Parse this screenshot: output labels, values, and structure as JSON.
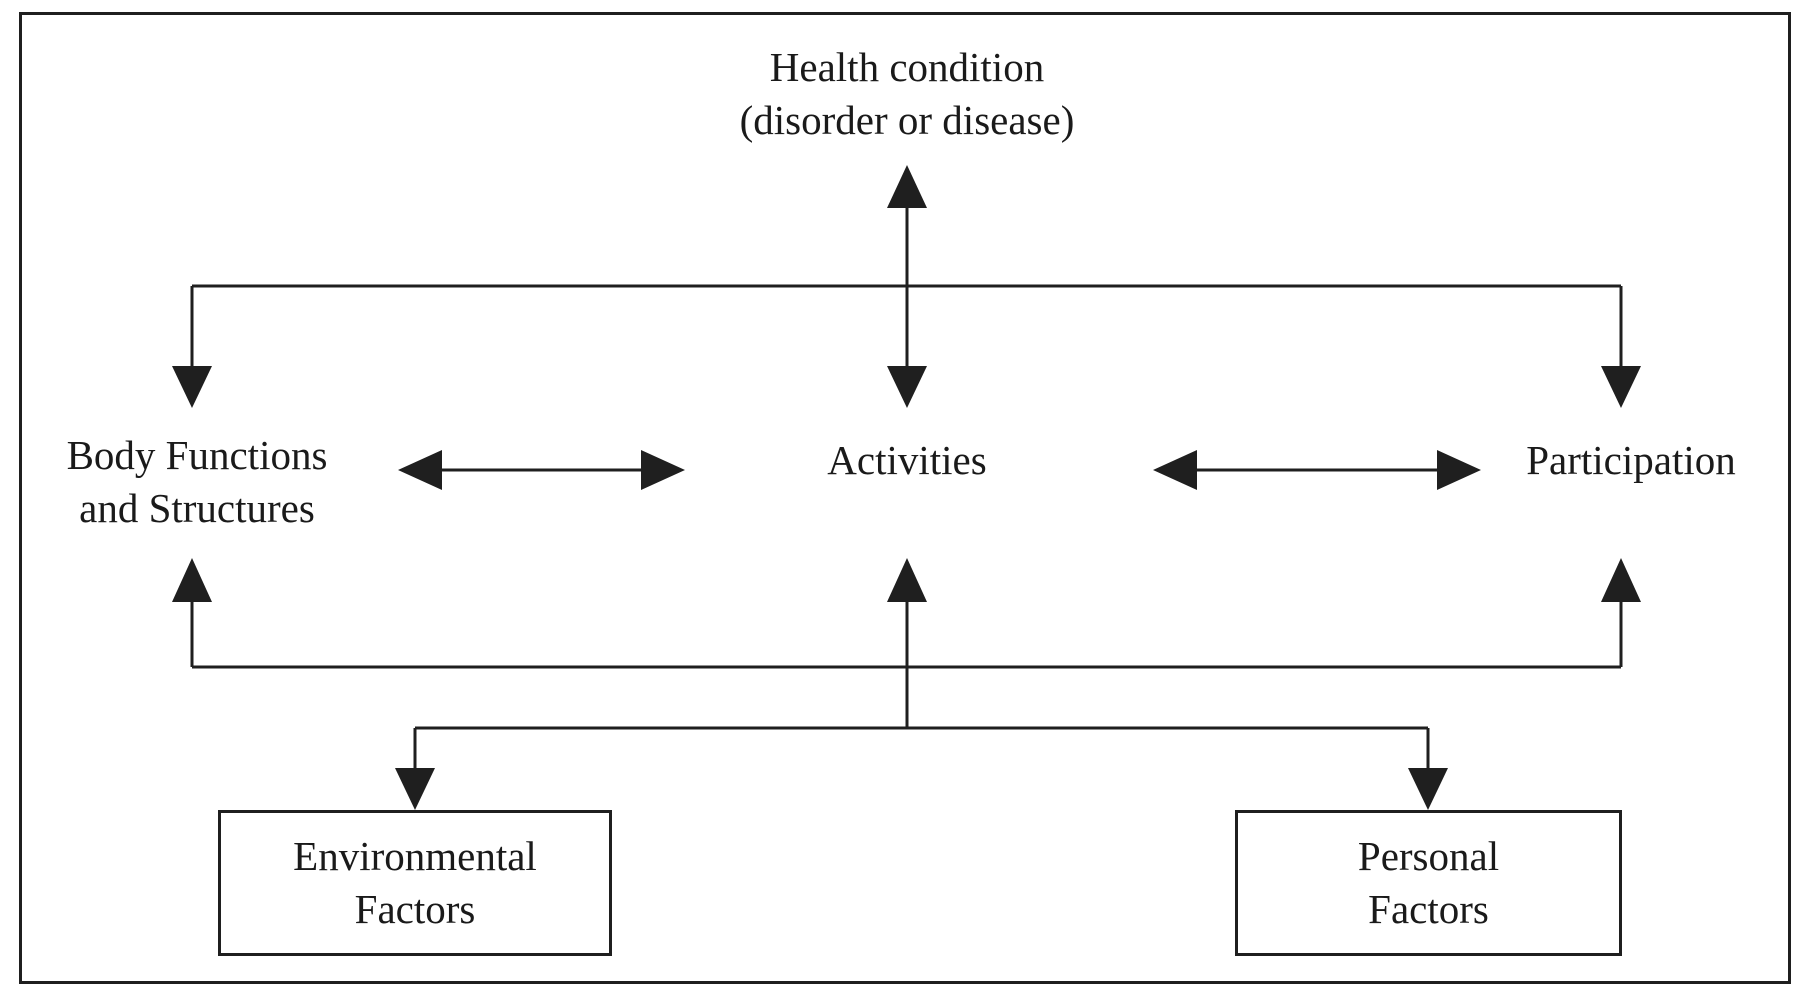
{
  "nodes": {
    "health": {
      "line1": "Health condition",
      "line2": "(disorder or disease)"
    },
    "body": {
      "line1": "Body Functions",
      "line2": "and Structures"
    },
    "activities": {
      "line1": "Activities"
    },
    "participation": {
      "line1": "Participation"
    },
    "environmental": {
      "line1": "Environmental",
      "line2": "Factors"
    },
    "personal": {
      "line1": "Personal",
      "line2": "Factors"
    }
  },
  "colors": {
    "line": "#1f1f1f",
    "background": "#ffffff"
  }
}
